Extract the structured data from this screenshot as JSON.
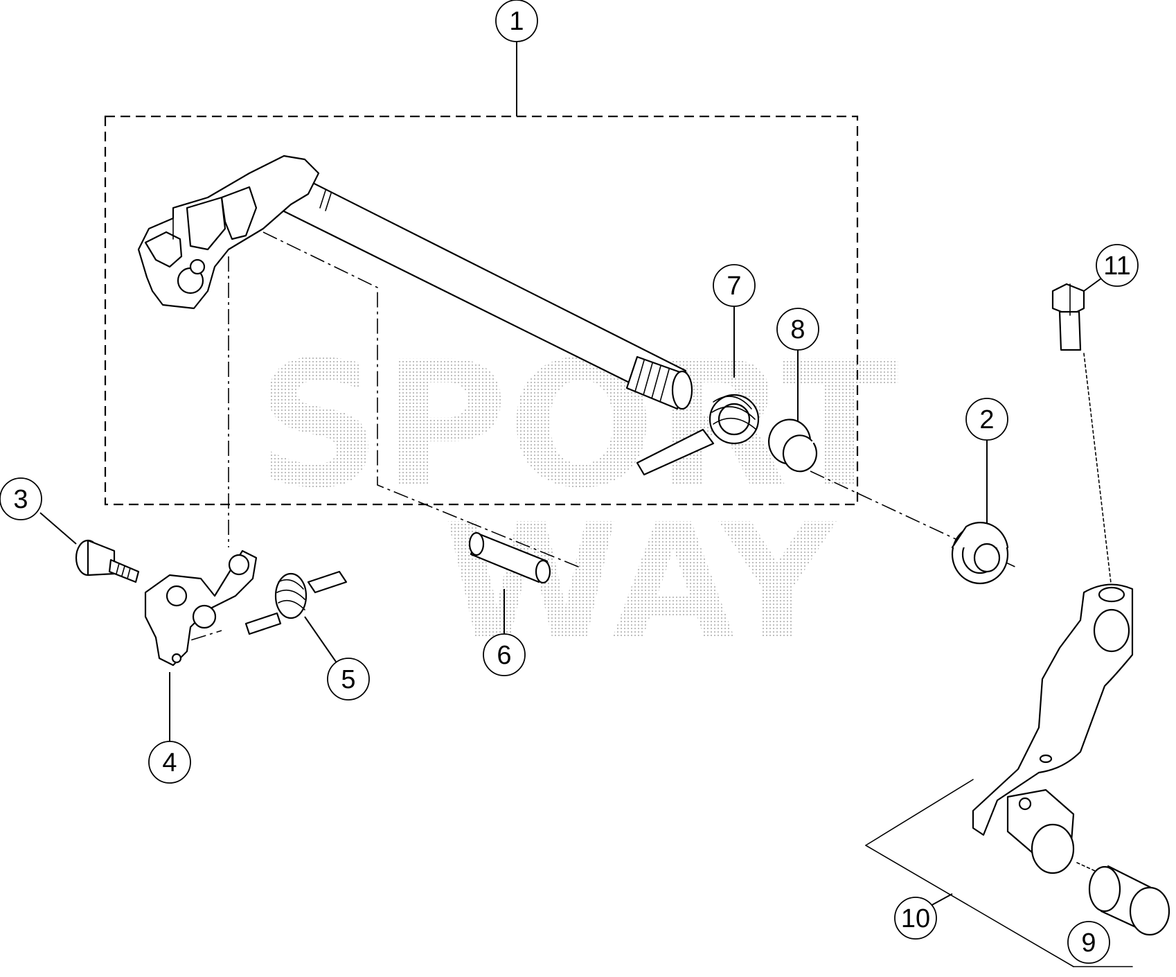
{
  "callouts": [
    {
      "id": "c1",
      "label": "1"
    },
    {
      "id": "c2",
      "label": "2"
    },
    {
      "id": "c3",
      "label": "3"
    },
    {
      "id": "c4",
      "label": "4"
    },
    {
      "id": "c5",
      "label": "5"
    },
    {
      "id": "c6",
      "label": "6"
    },
    {
      "id": "c7",
      "label": "7"
    },
    {
      "id": "c8",
      "label": "8"
    },
    {
      "id": "c9",
      "label": "9"
    },
    {
      "id": "c10",
      "label": "10"
    },
    {
      "id": "c11",
      "label": "11"
    }
  ],
  "watermark": {
    "line1": "SPORT",
    "line2": "WAY"
  }
}
